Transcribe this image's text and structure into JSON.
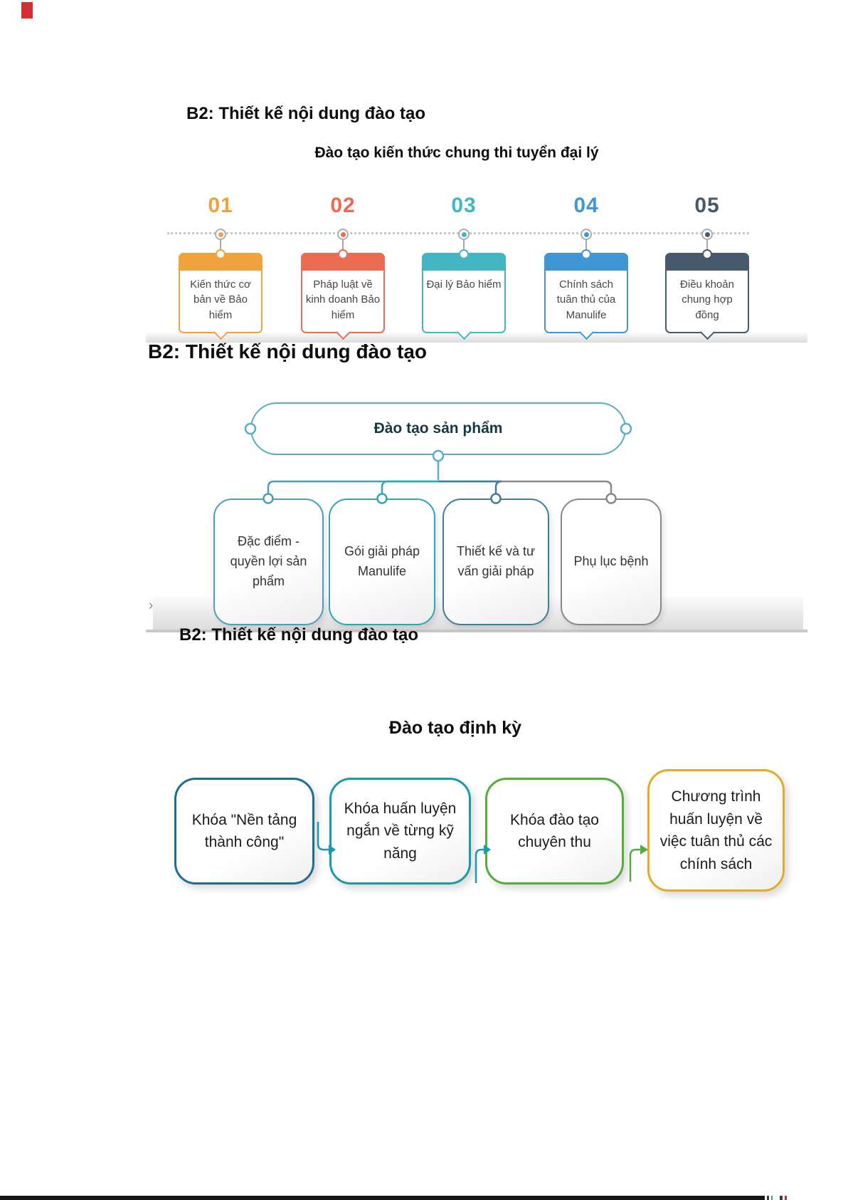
{
  "page": {
    "red_marker_color": "#d32f2f",
    "bottom_bar_color": "#151515",
    "sections": [
      {
        "title": "B2: Thiết kế nội dung đào tạo",
        "subtitle": "Đào tạo kiến thức chung thi tuyển đại lý",
        "steps": [
          {
            "number": "01",
            "label": "Kiến thức cơ bản về Bảo hiểm",
            "color": "#f0a23c"
          },
          {
            "number": "02",
            "label": "Pháp luật về kinh doanh Bảo hiểm",
            "color": "#ec6b53"
          },
          {
            "number": "03",
            "label": "Đại lý Bảo hiểm",
            "color": "#43b6c3"
          },
          {
            "number": "04",
            "label": "Chính sách tuân thủ của Manulife",
            "color": "#4197d3"
          },
          {
            "number": "05",
            "label": "Điều khoản chung hợp đồng",
            "color": "#475a6c"
          }
        ]
      },
      {
        "title": "B2: Thiết kế nội dung đào tạo",
        "root_label": "Đào tạo sản phẩm",
        "root_color": "#55aecb",
        "chevron": "›",
        "children": [
          {
            "label": "Đặc điểm - quyền lợi sản phẩm",
            "color": "#4e9cbe"
          },
          {
            "label": "Gói giải pháp Manulife",
            "color": "#2ea6b4"
          },
          {
            "label": "Thiết kế và tư vấn giải pháp",
            "color": "#417b9d"
          },
          {
            "label": "Phụ lục bệnh",
            "color": "#87898d"
          }
        ]
      },
      {
        "title": "B2: Thiết kế nội dung đào tạo",
        "subtitle": "Đào tạo định kỳ",
        "courses": [
          {
            "label": "Khóa \"Nền tảng thành công\"",
            "color": "#1a6f93"
          },
          {
            "label": "Khóa huấn luyện ngắn về từng kỹ năng",
            "color": "#189bab"
          },
          {
            "label": "Khóa đào tạo chuyên thu",
            "color": "#58ac3c"
          },
          {
            "label": "Chương trình huấn luyện về việc tuân thủ các chính sách",
            "color": "#e6ab26"
          }
        ],
        "arrow_colors": [
          "#189bab",
          "#189bab",
          "#58ac3c"
        ]
      }
    ]
  }
}
